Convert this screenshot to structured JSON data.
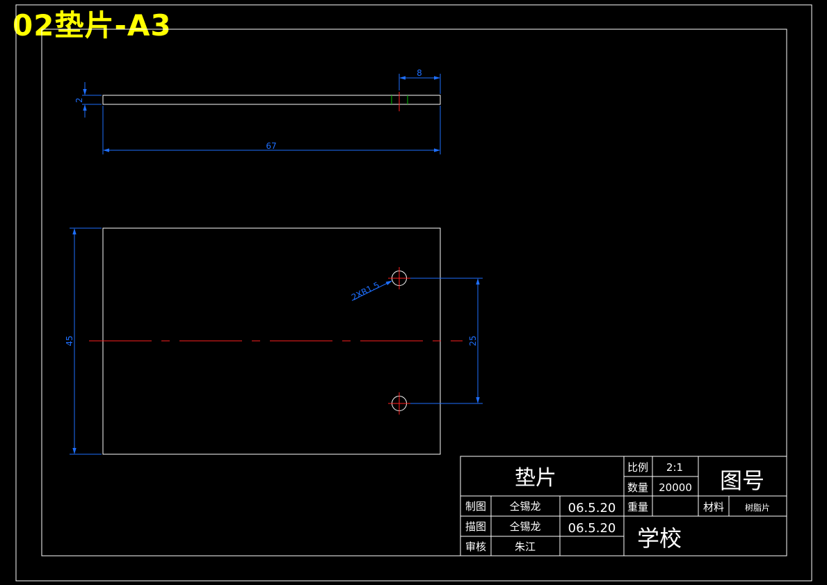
{
  "sheet_title": "02垫片-A3",
  "colors": {
    "background": "#000000",
    "outline": "#ffffff",
    "dimension": "#1e6fff",
    "centerline": "#ff2020",
    "accent": "#00c000",
    "title": "#ffff00"
  },
  "dimensions": {
    "thickness": "2",
    "hole_offset": "8",
    "length": "67",
    "width": "45",
    "hole_spacing": "25",
    "hole_callout": "2XR1.5"
  },
  "title_block": {
    "part_name": "垫片",
    "scale_label": "比例",
    "scale_value": "2:1",
    "quantity_label": "数量",
    "quantity_value": "20000",
    "drawing_no_label": "图号",
    "weight_label": "重量",
    "weight_value": "",
    "material_label": "材料",
    "material_value": "树脂片",
    "drawn_label": "制图",
    "drawn_by": "仝锡龙",
    "drawn_date": "06.5.20",
    "traced_label": "描图",
    "traced_by": "仝锡龙",
    "traced_date": "06.5.20",
    "checked_label": "审核",
    "checked_by": "朱江",
    "checked_date": "",
    "school": "学校"
  }
}
